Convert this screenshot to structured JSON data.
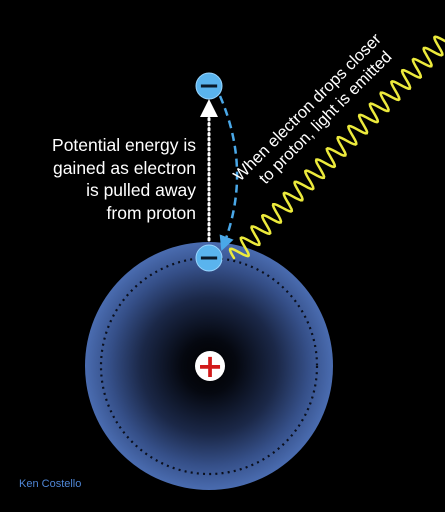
{
  "labels": {
    "potential_lines": [
      "Potential energy is",
      "gained as electron",
      "is pulled away",
      "from proton"
    ],
    "emission_lines": [
      "When electron drops closer",
      "to proton, light is emitted"
    ],
    "credit": "Ken Costello"
  },
  "symbols": {
    "electron": "−",
    "proton": "+"
  },
  "colors": {
    "background": "#000000",
    "atom_outer": "#4a6cb0",
    "atom_inner": "#000000",
    "electron_fill": "#5ab4ee",
    "electron_sign": "#0a1a2a",
    "proton_fill": "#ffffff",
    "proton_sign": "#d21a1a",
    "dashed_path": "#4aa8e8",
    "light_wave": "#ecea3c",
    "credit_text": "#4f86d6"
  }
}
